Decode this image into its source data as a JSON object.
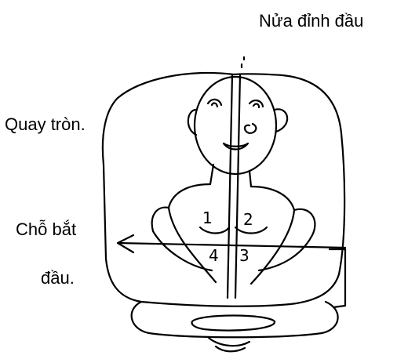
{
  "labels": {
    "top_half": "Nửa đỉnh đầu",
    "rotate": "Quay tròn.",
    "start_line1": "Chỗ bắt",
    "start_line2": "đầu."
  },
  "region_numbers": [
    "1",
    "2",
    "3",
    "4"
  ],
  "colors": {
    "ink": "#000000",
    "background": "#ffffff"
  }
}
